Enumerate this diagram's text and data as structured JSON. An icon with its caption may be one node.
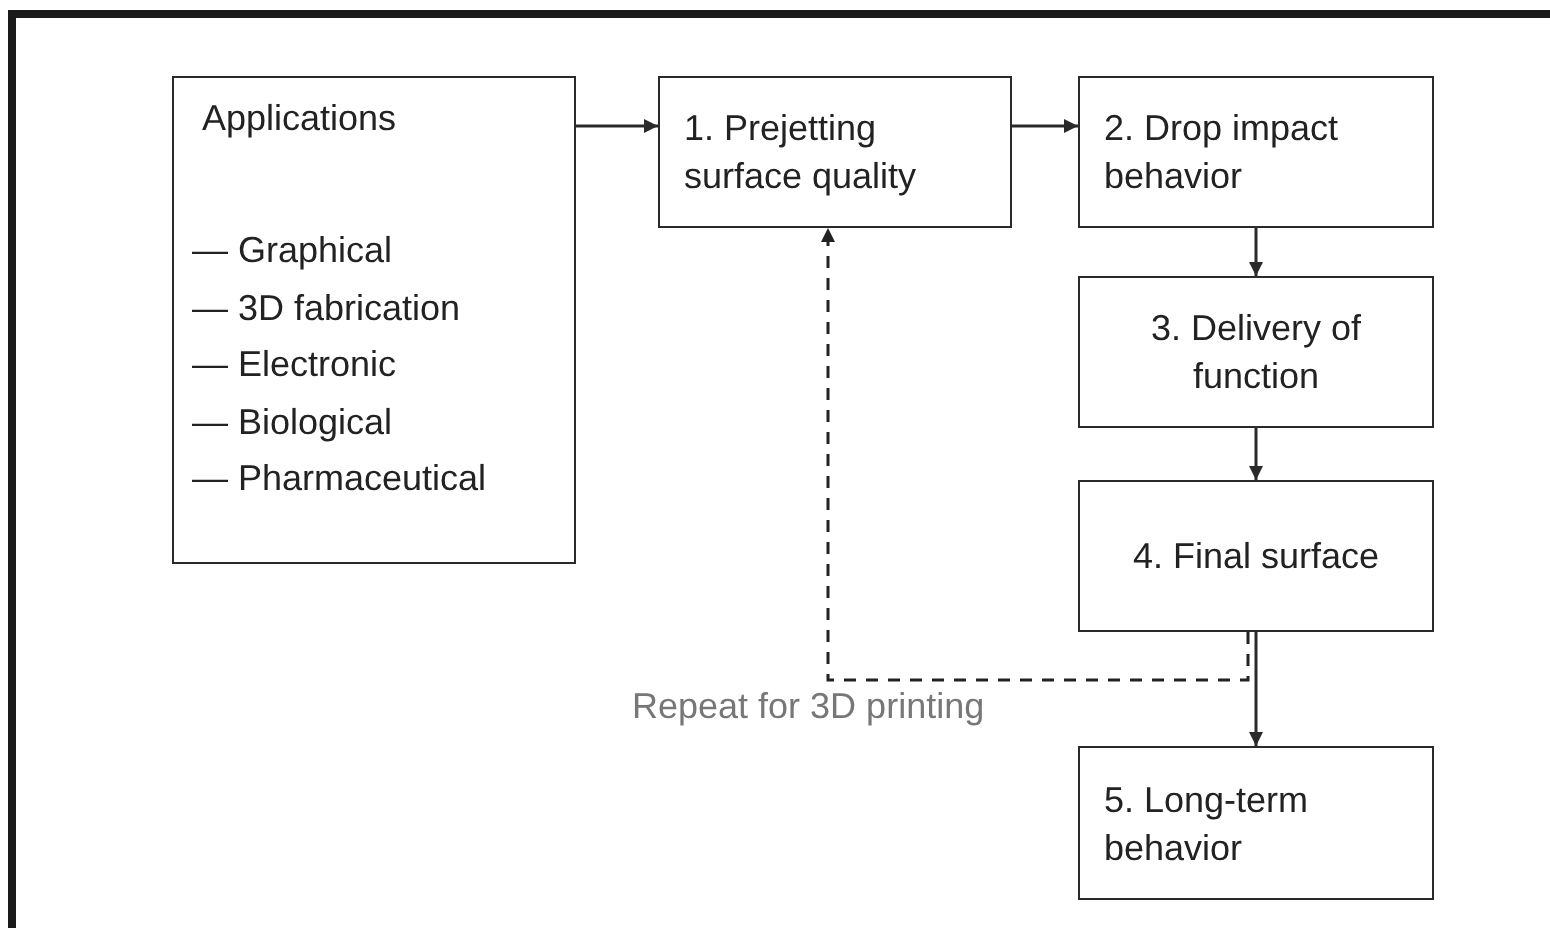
{
  "diagram": {
    "nodes": [
      {
        "text": [
          "Applications",
          "— Graphical",
          "— 3D fabrication",
          "— Electronic",
          "— Biological",
          "— Pharmaceutical"
        ]
      },
      {
        "text": [
          "1. Prejetting surface quality"
        ]
      },
      {
        "text": [
          "2. Drop impact behavior"
        ]
      },
      {
        "text": [
          "3. Delivery of function"
        ]
      },
      {
        "text": [
          "4. Final surface"
        ]
      },
      {
        "text": [
          "5. Long-term behavior"
        ]
      }
    ],
    "edges": [
      {
        "from": 0,
        "to": 1,
        "arrow": "to"
      },
      {
        "from": 1,
        "to": 2,
        "arrow": "to"
      },
      {
        "from": 2,
        "to": 3,
        "arrow": "to"
      },
      {
        "from": 3,
        "to": 4,
        "arrow": "to"
      },
      {
        "from": 4,
        "to": 5,
        "arrow": "to"
      },
      {
        "from": 4,
        "to": 1,
        "arrow": "to",
        "style": "dashed",
        "label": "Repeat for 3D printing",
        "color": "#222222"
      }
    ]
  }
}
